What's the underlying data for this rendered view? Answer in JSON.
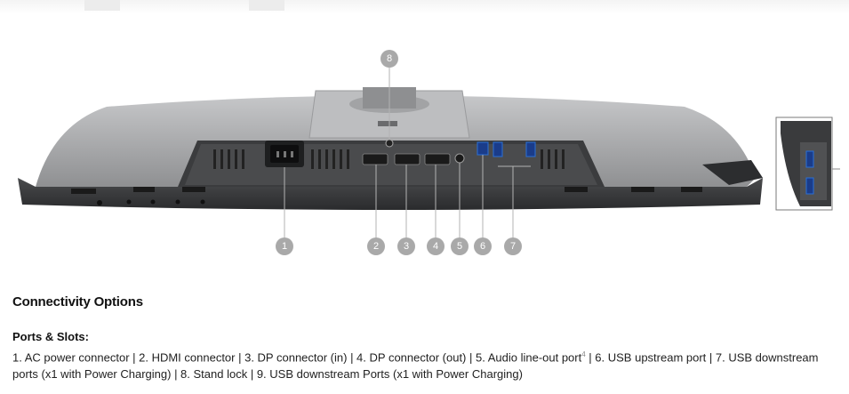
{
  "callouts": [
    "1",
    "2",
    "3",
    "4",
    "5",
    "6",
    "7",
    "8"
  ],
  "section_title": "Connectivity Options",
  "ports": {
    "title": "Ports & Slots:",
    "description_part1": "1. AC power connector | 2. HDMI connector | 3. DP connector (in) | 4. DP connector (out) | 5. Audio line-out port",
    "footnote": "4",
    "description_part2": " | 6. USB upstream port | 7. USB downstream ports (x1 with Power Charging) | 8. Stand lock | 9. USB downstream Ports (x1 with Power Charging)"
  },
  "colors": {
    "callout_bg": "#a9a9a9",
    "monitor_dark": "#3a3b3d",
    "monitor_silver": "#a9aaac",
    "usb_blue": "#2a6fd6"
  }
}
